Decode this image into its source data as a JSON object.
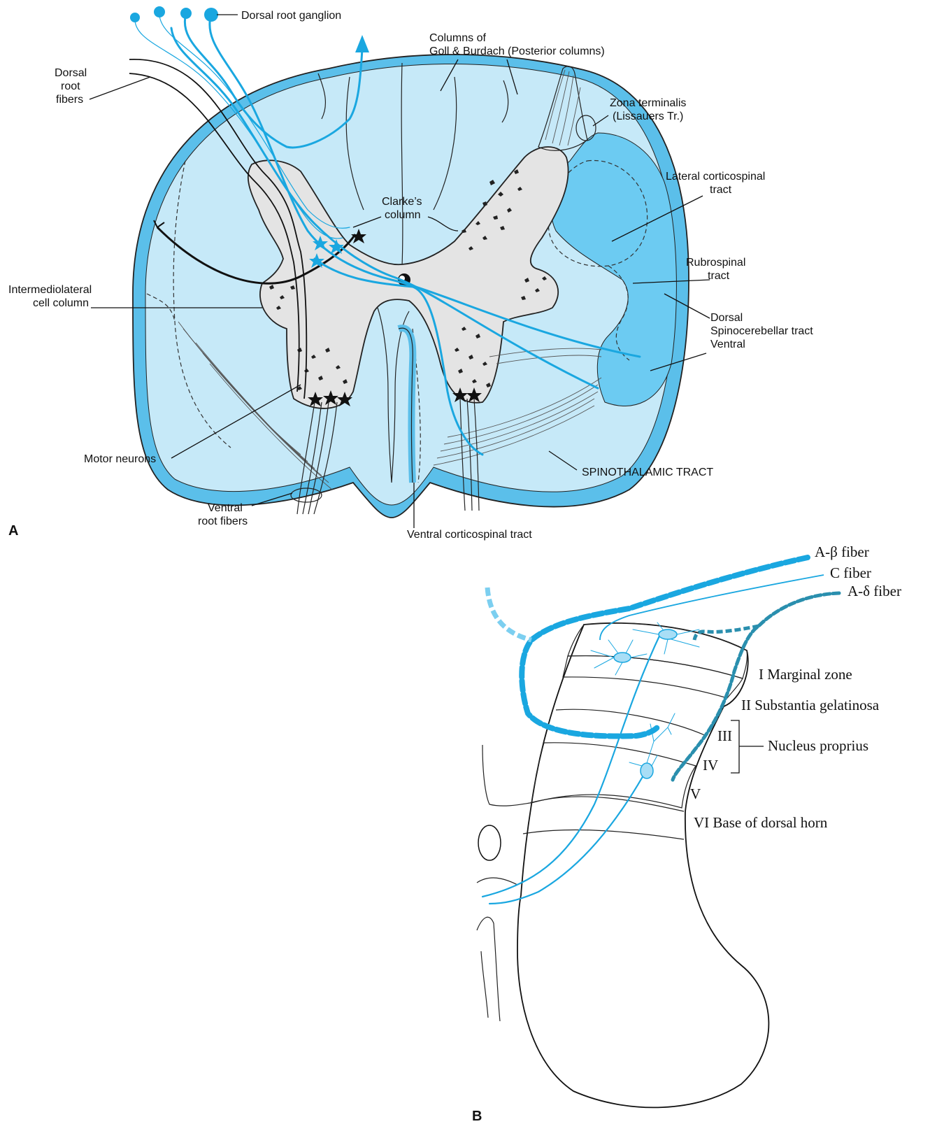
{
  "panel_a": {
    "panel_label": "A",
    "labels": {
      "dorsal_root_ganglion": "Dorsal root ganglion",
      "columns_line1": "Columns of",
      "columns_line2": "Goll & Burdach (Posterior columns)",
      "dorsal_root_fibers_line1": "Dorsal",
      "dorsal_root_fibers_line2": "root",
      "dorsal_root_fibers_line3": "fibers",
      "zona_line1": "Zona terminalis",
      "zona_line2": "(Lissauers Tr.)",
      "lateral_cst_line1": "Lateral corticospinal",
      "lateral_cst_line2": "tract",
      "clarkes_line1": "Clarke’s",
      "clarkes_line2": "column",
      "rubrospinal_line1": "Rubrospinal",
      "rubrospinal_line2": "tract",
      "intermediolateral_line1": "Intermediolateral",
      "intermediolateral_line2": "cell column",
      "dorsal_label": "Dorsal",
      "spinocerebellar_label": "Spinocerebellar tract",
      "ventral_label": "Ventral",
      "motor_neurons": "Motor neurons",
      "spinothalamic": "SPINOTHALAMIC TRACT",
      "ventral_root_line1": "Ventral",
      "ventral_root_line2": "root fibers",
      "ventral_cst": "Ventral corticospinal tract"
    }
  },
  "panel_b": {
    "panel_label": "B",
    "labels": {
      "a_beta": "A-β fiber",
      "c_fiber": "C fiber",
      "a_delta": "A-δ fiber",
      "lamina_i": "I Marginal zone",
      "lamina_ii": "II Substantia gelatinosa",
      "lamina_iii": "III",
      "lamina_iv": "IV",
      "nucleus_proprius": "Nucleus proprius",
      "lamina_v": "V",
      "lamina_vi": "VI Base of dorsal horn"
    }
  },
  "colors": {
    "white_matter": "#c6e9f8",
    "outer_rim": "#5bbfea",
    "lateral_tracts": "#6ccbf2",
    "gray_matter": "#e4e4e4",
    "fiber_blue": "#1aa7e0",
    "a_delta_teal": "#2a8fae",
    "lamina_gray": "#d2d2d2"
  }
}
